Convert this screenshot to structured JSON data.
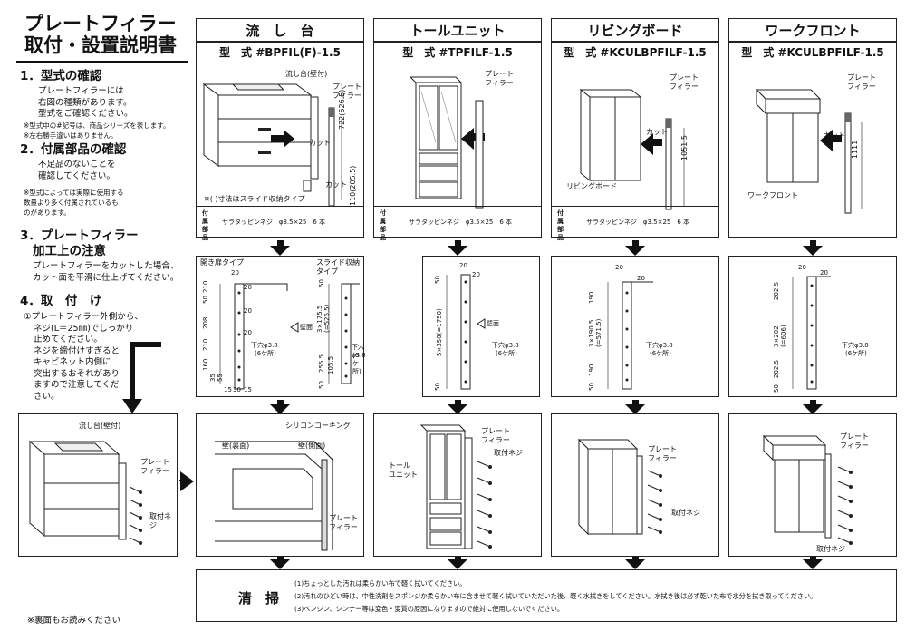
{
  "title": {
    "line1": "プレートフィラー",
    "line2": "取付・設置説明書"
  },
  "left": {
    "s1": {
      "heading": "1．型式の確認",
      "body": [
        "プレートフィラーには",
        "右図の種類があります。",
        "型式をご確認ください。"
      ],
      "notes": [
        "※型式中の#記号は、商品シリーズを表します。",
        "※左右勝手違いはありません。"
      ]
    },
    "s2": {
      "heading": "2．付属部品の確認",
      "body": [
        "不足品のないことを",
        "確認してください。"
      ],
      "notes": [
        "※型式によっては実際に使用する",
        "数量より多く付属されているも",
        "のがあります。"
      ]
    },
    "s3": {
      "heading": [
        "3．プレートフィラー",
        "加工上の注意"
      ],
      "body": [
        "プレートフィラーをカットした場合、",
        "カット面を平滑に仕上げてください。"
      ]
    },
    "s4": {
      "heading": "4．取　付　け",
      "body": [
        "①プレートフィラー外側から、",
        "ネジ(L＝25㎜)でしっかり",
        "止めてください。",
        "ネジを締付けすぎると",
        "キャビネット内側に",
        "突出するおそれがあり",
        "ますので注意してくだ",
        "さい。"
      ]
    },
    "back_note": "※裏面もお読みください"
  },
  "columns": [
    {
      "name": "流　し　台",
      "model": "型　式 #BPFIL(F)-1.5",
      "labels": {
        "a": "流し台(壁付)",
        "b": "プレート",
        "c": "フィラー",
        "cut1": "カット",
        "cut2": "カット",
        "d1": "722(626.5)",
        "d2": "110(205.5)",
        "note": "※(  )寸法はスライド収納タイプ"
      },
      "parts_label": "付属部品",
      "parts": "サラタッピンネジ　φ3.5×25　6 本"
    },
    {
      "name": "トールユニット",
      "model": "型　式 #TPFILF-1.5",
      "labels": {
        "b": "プレート",
        "c": "フィラー"
      },
      "parts_label": "付属部品",
      "parts": "サラタッピンネジ　φ3.5×25　6 本"
    },
    {
      "name": "リビングボード",
      "model": "型　式 #KCULBPFILF-1.5",
      "labels": {
        "b": "プレート",
        "c": "フィラー",
        "cut": "カット",
        "d": "1051.5",
        "e": "リビングボード"
      },
      "parts_label": "付属部品",
      "parts": "サラタッピンネジ　φ3.5×25　6 本"
    },
    {
      "name": "ワークフロント",
      "model": "型　式 #KCULBPFILF-1.5",
      "labels": {
        "b": "プレート",
        "c": "フィラー",
        "cut": "カット",
        "d": "1111",
        "e": "ワークフロント"
      }
    }
  ],
  "drill": {
    "sink": {
      "t1": "開き扉タイプ",
      "t2": "スライド収納タイプ",
      "dims": [
        "20",
        "20",
        "20",
        "20",
        "210",
        "50",
        "208",
        "210",
        "160",
        "35",
        "55",
        "15",
        "30",
        "15",
        "50",
        "3×175.5",
        "(=526.5)",
        "255.5",
        "105.5",
        "50"
      ],
      "wall": "壁面",
      "hole": "下穴φ3.8",
      "count": "(6ケ所)",
      "hole2": "下穴φ3.8",
      "count2": "(6ケ所)"
    },
    "tall": {
      "dims": [
        "20",
        "20",
        "50",
        "5×350(=1750)",
        "50"
      ],
      "wall": "壁面",
      "hole": "下穴φ3.8",
      "count": "(6ケ所)"
    },
    "living": {
      "dims": [
        "20",
        "20",
        "190",
        "3×190.5",
        "(=571.5)",
        "190",
        "50"
      ],
      "hole": "下穴φ3.8",
      "count": "(6ケ所)"
    },
    "work": {
      "dims": [
        "20",
        "20",
        "202.5",
        "3×202",
        "(=606)",
        "202.5",
        "50"
      ],
      "hole": "下穴φ3.8",
      "count": "(6ケ所)"
    }
  },
  "install": {
    "left": {
      "a": "流し台(壁付)",
      "b": "プレート",
      "c": "フィラー",
      "d": "取付ネジ"
    },
    "sink": {
      "a": "シリコンコーキング",
      "b": "壁(裏面)",
      "c": "壁(側面)",
      "d": "プレート",
      "e": "フィラー"
    },
    "tall": {
      "a": "プレート",
      "b": "フィラー",
      "c": "取付ネジ",
      "d": "トール",
      "e": "ユニット"
    },
    "living": {
      "a": "プレート",
      "b": "フィラー",
      "c": "取付ネジ"
    },
    "work": {
      "a": "プレート",
      "b": "フィラー",
      "c": "取付ネジ"
    }
  },
  "cleaning": {
    "title": "清　掃",
    "lines": [
      "(1)ちょっとした汚れは柔らかい布で軽く拭いてください。",
      "(2)汚れのひどい時は、中性洗剤をスポンジか柔らかい布に含ませて軽く拭いていただいた後、軽く水拭きをしてください。水拭き後は必ず乾いた布で水分を拭き取ってください。",
      "(3)ベンジン、シンナー等は変色・変質の原因になりますので絶対に使用しないでください。"
    ]
  }
}
